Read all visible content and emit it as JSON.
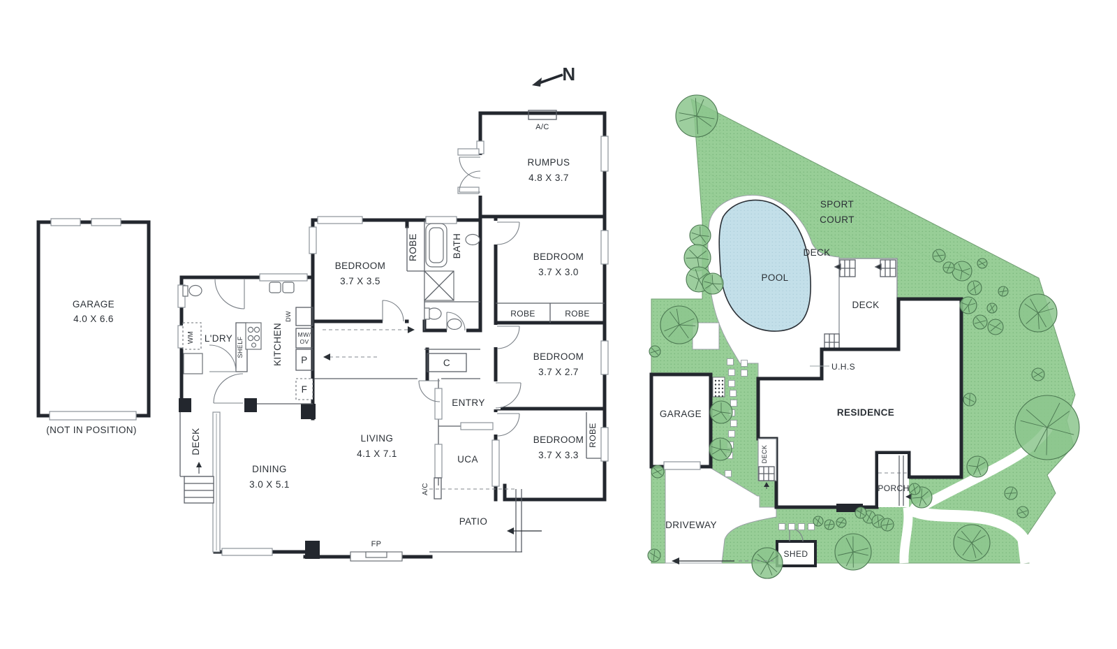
{
  "title": "Floor plan with site plan",
  "compass": {
    "n": "N"
  },
  "garage_plan": {
    "name": "GARAGE",
    "dims": "4.0 X 6.6",
    "note": "(NOT IN POSITION)"
  },
  "floor_plan": {
    "ac_top": "A/C",
    "rumpus_name": "RUMPUS",
    "rumpus_dims": "4.8 X 3.7",
    "bed1_name": "BEDROOM",
    "bed1_dims": "3.7 X 3.5",
    "robe1": "ROBE",
    "bath": "BATH",
    "bed2_name": "BEDROOM",
    "bed2_dims": "3.7 X 3.0",
    "robe2a": "ROBE",
    "robe2b": "ROBE",
    "bed3_name": "BEDROOM",
    "bed3_dims": "3.7 X 2.7",
    "bed4_name": "BEDROOM",
    "bed4_dims": "3.7 X 3.3",
    "robe3": "ROBE",
    "entry": "ENTRY",
    "closet": "C",
    "uca": "UCA",
    "patio": "PATIO",
    "ac_side": "A/C",
    "fireplace": "FP",
    "living_name": "LIVING",
    "living_dims": "4.1 X 7.1",
    "dining_name": "DINING",
    "dining_dims": "3.0 X 5.1",
    "deck": "DECK",
    "ldry": "L'DRY",
    "wm": "WM",
    "shelf": "SHELF",
    "kitchen": "KITCHEN",
    "dw": "DW",
    "mw": "MW/",
    "ov": "OV",
    "pantry": "P",
    "fridge": "F"
  },
  "site_plan": {
    "sport1": "SPORT",
    "sport2": "COURT",
    "pool": "POOL",
    "deck_upper": "DECK",
    "deck_main": "DECK",
    "deck_small": "DECK",
    "uhs": "U.H.S",
    "garage": "GARAGE",
    "residence": "RESIDENCE",
    "porch": "PORCH",
    "driveway": "DRIVEWAY",
    "shed": "SHED"
  },
  "colors": {
    "grass": "#98ce97",
    "grass_dot": "#7cb87e",
    "pool": "#c3dfe9",
    "pool_dot": "#a9ccd9",
    "wall": "#23272e",
    "tree_outline": "#4b7751",
    "white": "#ffffff"
  }
}
